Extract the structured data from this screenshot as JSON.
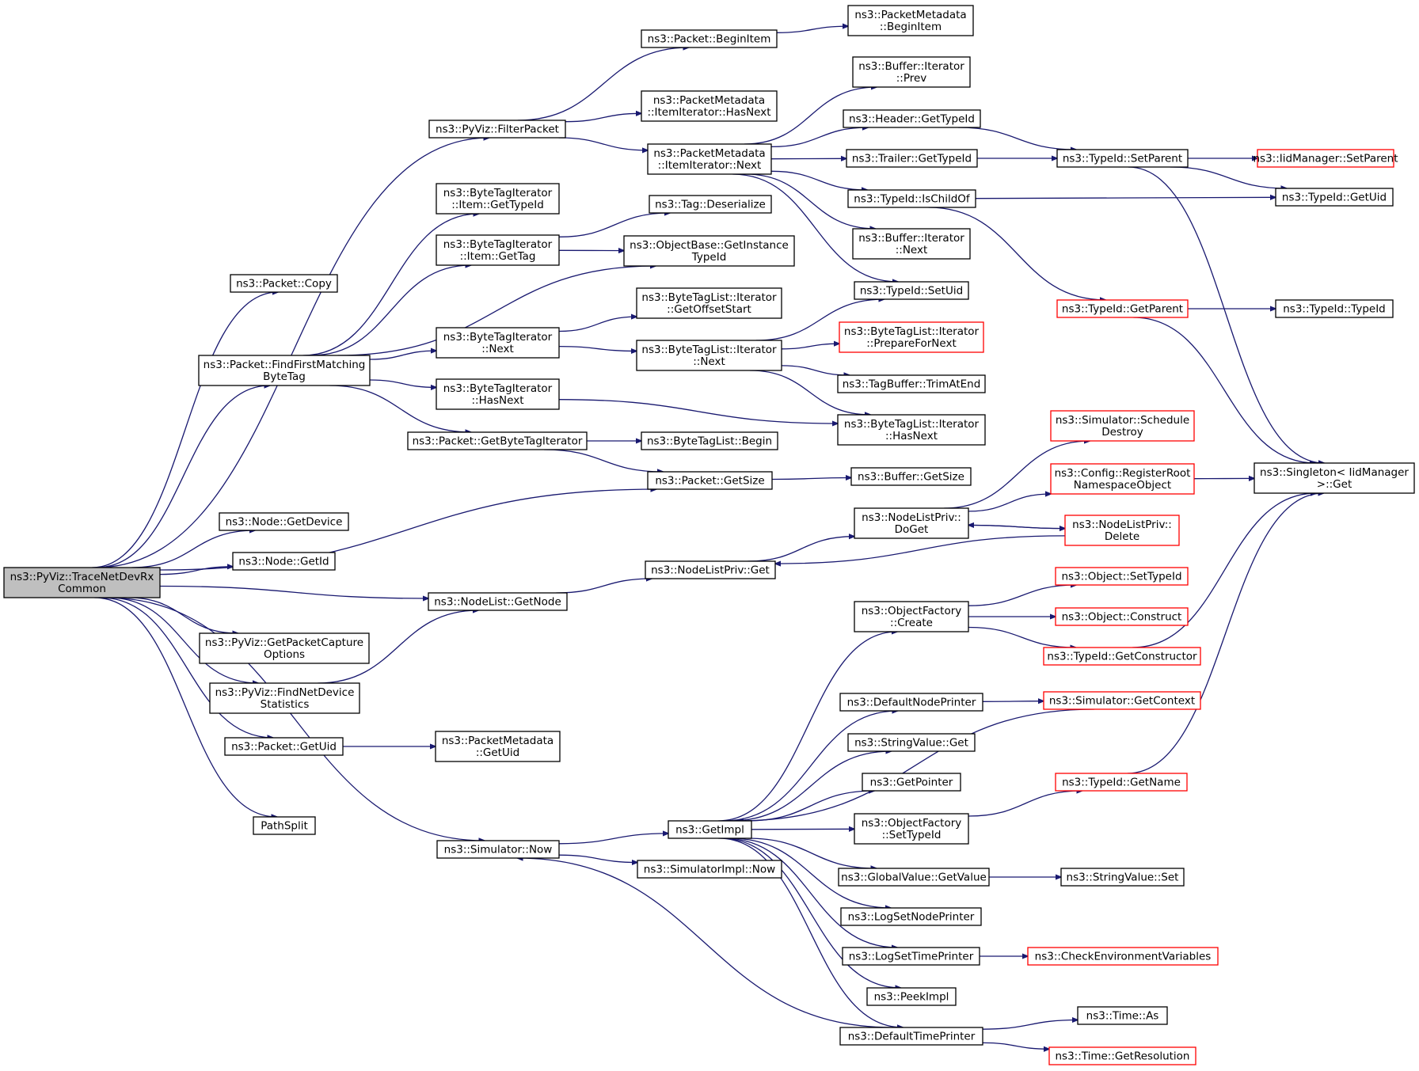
{
  "colors": {
    "edge": "#191970",
    "node_border": "#000000",
    "truncated_border": "#ff0000",
    "root_fill": "#bfbfbf",
    "node_fill": "#ffffff"
  },
  "nodes": [
    {
      "id": "root",
      "lines": [
        "ns3::PyViz::TraceNetDevRx",
        "Common"
      ],
      "root": true
    },
    {
      "id": "copy",
      "lines": [
        "ns3::Packet::Copy"
      ]
    },
    {
      "id": "filter",
      "lines": [
        "ns3::PyViz::FilterPacket"
      ]
    },
    {
      "id": "ffm",
      "lines": [
        "ns3::Packet::FindFirstMatching",
        "ByteTag"
      ]
    },
    {
      "id": "getsize",
      "lines": [
        "ns3::Packet::GetSize"
      ]
    },
    {
      "id": "getdevice",
      "lines": [
        "ns3::Node::GetDevice"
      ]
    },
    {
      "id": "getid",
      "lines": [
        "ns3::Node::GetId"
      ]
    },
    {
      "id": "getnode",
      "lines": [
        "ns3::NodeList::GetNode"
      ]
    },
    {
      "id": "gpco",
      "lines": [
        "ns3::PyViz::GetPacketCapture",
        "Options"
      ]
    },
    {
      "id": "fnds",
      "lines": [
        "ns3::PyViz::FindNetDevice",
        "Statistics"
      ]
    },
    {
      "id": "getuid",
      "lines": [
        "ns3::Packet::GetUid"
      ]
    },
    {
      "id": "pathsplit",
      "lines": [
        "PathSplit"
      ]
    },
    {
      "id": "simnow",
      "lines": [
        "ns3::Simulator::Now"
      ]
    },
    {
      "id": "begin_item",
      "lines": [
        "ns3::Packet::BeginItem"
      ]
    },
    {
      "id": "pm_begin_item",
      "lines": [
        "ns3::PacketMetadata",
        "::BeginItem"
      ]
    },
    {
      "id": "pm_hasnext",
      "lines": [
        "ns3::PacketMetadata",
        "::ItemIterator::HasNext"
      ]
    },
    {
      "id": "pm_next",
      "lines": [
        "ns3::PacketMetadata",
        "::ItemIterator::Next"
      ]
    },
    {
      "id": "bti_gettypeid",
      "lines": [
        "ns3::ByteTagIterator",
        "::Item::GetTypeId"
      ]
    },
    {
      "id": "bti_gettag",
      "lines": [
        "ns3::ByteTagIterator",
        "::Item::GetTag"
      ]
    },
    {
      "id": "bti_next",
      "lines": [
        "ns3::ByteTagIterator",
        "::Next"
      ]
    },
    {
      "id": "bti_hasnext",
      "lines": [
        "ns3::ByteTagIterator",
        "::HasNext"
      ]
    },
    {
      "id": "getbytetagit",
      "lines": [
        "ns3::Packet::GetByteTagIterator"
      ]
    },
    {
      "id": "tag_deser",
      "lines": [
        "ns3::Tag::Deserialize"
      ]
    },
    {
      "id": "ob_getinst",
      "lines": [
        "ns3::ObjectBase::GetInstance",
        "TypeId"
      ]
    },
    {
      "id": "btl_getoffset",
      "lines": [
        "ns3::ByteTagList::Iterator",
        "::GetOffsetStart"
      ]
    },
    {
      "id": "btl_next",
      "lines": [
        "ns3::ByteTagList::Iterator",
        "::Next"
      ]
    },
    {
      "id": "btl_begin",
      "lines": [
        "ns3::ByteTagList::Begin"
      ]
    },
    {
      "id": "buf_prev",
      "lines": [
        "ns3::Buffer::Iterator",
        "::Prev"
      ]
    },
    {
      "id": "hdr_gettypeid",
      "lines": [
        "ns3::Header::GetTypeId"
      ]
    },
    {
      "id": "trl_gettypeid",
      "lines": [
        "ns3::Trailer::GetTypeId"
      ]
    },
    {
      "id": "tid_ischildof",
      "lines": [
        "ns3::TypeId::IsChildOf"
      ]
    },
    {
      "id": "buf_next",
      "lines": [
        "ns3::Buffer::Iterator",
        "::Next"
      ]
    },
    {
      "id": "tid_setuid",
      "lines": [
        "ns3::TypeId::SetUid"
      ]
    },
    {
      "id": "btl_prepare",
      "lines": [
        "ns3::ByteTagList::Iterator",
        "::PrepareForNext"
      ],
      "truncated": true
    },
    {
      "id": "tagbuf_trim",
      "lines": [
        "ns3::TagBuffer::TrimAtEnd"
      ]
    },
    {
      "id": "btl_hasnext",
      "lines": [
        "ns3::ByteTagList::Iterator",
        "::HasNext"
      ]
    },
    {
      "id": "buf_getsize",
      "lines": [
        "ns3::Buffer::GetSize"
      ]
    },
    {
      "id": "tid_setparent",
      "lines": [
        "ns3::TypeId::SetParent"
      ]
    },
    {
      "id": "iid_setparent",
      "lines": [
        "ns3::IidManager::SetParent"
      ],
      "truncated": true
    },
    {
      "id": "tid_getuid",
      "lines": [
        "ns3::TypeId::GetUid"
      ]
    },
    {
      "id": "tid_getparent",
      "lines": [
        "ns3::TypeId::GetParent"
      ],
      "truncated": true
    },
    {
      "id": "tid_typeid",
      "lines": [
        "ns3::TypeId::TypeId"
      ]
    },
    {
      "id": "singleton_get",
      "lines": [
        "ns3::Singleton< IidManager",
        ">::Get"
      ]
    },
    {
      "id": "sim_schedule",
      "lines": [
        "ns3::Simulator::Schedule",
        "Destroy"
      ],
      "truncated": true
    },
    {
      "id": "cfg_register",
      "lines": [
        "ns3::Config::RegisterRoot",
        "NamespaceObject"
      ],
      "truncated": true
    },
    {
      "id": "nlp_doget",
      "lines": [
        "ns3::NodeListPriv::",
        "DoGet"
      ]
    },
    {
      "id": "nlp_delete",
      "lines": [
        "ns3::NodeListPriv::",
        "Delete"
      ],
      "truncated": true
    },
    {
      "id": "nlp_get",
      "lines": [
        "ns3::NodeListPriv::Get"
      ]
    },
    {
      "id": "of_create",
      "lines": [
        "ns3::ObjectFactory",
        "::Create"
      ]
    },
    {
      "id": "obj_settypeid",
      "lines": [
        "ns3::Object::SetTypeId"
      ],
      "truncated": true
    },
    {
      "id": "obj_construct",
      "lines": [
        "ns3::Object::Construct"
      ],
      "truncated": true
    },
    {
      "id": "tid_getctor",
      "lines": [
        "ns3::TypeId::GetConstructor"
      ],
      "truncated": true
    },
    {
      "id": "defnodeprinter",
      "lines": [
        "ns3::DefaultNodePrinter"
      ]
    },
    {
      "id": "sim_getcontext",
      "lines": [
        "ns3::Simulator::GetContext"
      ],
      "truncated": true
    },
    {
      "id": "strval_get",
      "lines": [
        "ns3::StringValue::Get"
      ]
    },
    {
      "id": "getpointer",
      "lines": [
        "ns3::GetPointer"
      ]
    },
    {
      "id": "of_settypeid",
      "lines": [
        "ns3::ObjectFactory",
        "::SetTypeId"
      ]
    },
    {
      "id": "tid_getname",
      "lines": [
        "ns3::TypeId::GetName"
      ],
      "truncated": true
    },
    {
      "id": "getimpl",
      "lines": [
        "ns3::GetImpl"
      ]
    },
    {
      "id": "simimpl_now",
      "lines": [
        "ns3::SimulatorImpl::Now"
      ]
    },
    {
      "id": "gv_getvalue",
      "lines": [
        "ns3::GlobalValue::GetValue"
      ]
    },
    {
      "id": "strval_set",
      "lines": [
        "ns3::StringValue::Set"
      ]
    },
    {
      "id": "lognodeprinter",
      "lines": [
        "ns3::LogSetNodePrinter"
      ]
    },
    {
      "id": "logtimeprinter",
      "lines": [
        "ns3::LogSetTimePrinter"
      ]
    },
    {
      "id": "checkenv",
      "lines": [
        "ns3::CheckEnvironmentVariables"
      ],
      "truncated": true
    },
    {
      "id": "peekimpl",
      "lines": [
        "ns3::PeekImpl"
      ]
    },
    {
      "id": "deftimeprinter",
      "lines": [
        "ns3::DefaultTimePrinter"
      ]
    },
    {
      "id": "time_as",
      "lines": [
        "ns3::Time::As"
      ]
    },
    {
      "id": "time_getres",
      "lines": [
        "ns3::Time::GetResolution"
      ],
      "truncated": true
    }
  ],
  "edges": [
    [
      "root",
      "copy"
    ],
    [
      "root",
      "filter"
    ],
    [
      "root",
      "ffm"
    ],
    [
      "root",
      "getsize"
    ],
    [
      "root",
      "getdevice"
    ],
    [
      "root",
      "getid"
    ],
    [
      "root",
      "getnode"
    ],
    [
      "root",
      "gpco"
    ],
    [
      "root",
      "fnds"
    ],
    [
      "root",
      "getuid"
    ],
    [
      "root",
      "pathsplit"
    ],
    [
      "root",
      "simnow"
    ],
    [
      "filter",
      "begin_item"
    ],
    [
      "filter",
      "pm_hasnext"
    ],
    [
      "filter",
      "pm_next"
    ],
    [
      "begin_item",
      "pm_begin_item"
    ],
    [
      "ffm",
      "bti_gettypeid"
    ],
    [
      "ffm",
      "bti_gettag"
    ],
    [
      "ffm",
      "ob_getinst"
    ],
    [
      "ffm",
      "bti_next"
    ],
    [
      "ffm",
      "bti_hasnext"
    ],
    [
      "ffm",
      "getbytetagit"
    ],
    [
      "bti_gettag",
      "tag_deser"
    ],
    [
      "bti_gettag",
      "ob_getinst"
    ],
    [
      "bti_next",
      "btl_getoffset"
    ],
    [
      "bti_next",
      "btl_next"
    ],
    [
      "bti_hasnext",
      "btl_hasnext"
    ],
    [
      "getbytetagit",
      "btl_begin"
    ],
    [
      "getbytetagit",
      "getsize"
    ],
    [
      "getsize",
      "buf_getsize"
    ],
    [
      "pm_next",
      "buf_prev"
    ],
    [
      "pm_next",
      "hdr_gettypeid"
    ],
    [
      "pm_next",
      "trl_gettypeid"
    ],
    [
      "pm_next",
      "tid_ischildof"
    ],
    [
      "pm_next",
      "buf_next"
    ],
    [
      "pm_next",
      "tid_setuid"
    ],
    [
      "btl_next",
      "tid_setuid"
    ],
    [
      "btl_next",
      "btl_prepare"
    ],
    [
      "btl_next",
      "tagbuf_trim"
    ],
    [
      "btl_next",
      "btl_hasnext"
    ],
    [
      "hdr_gettypeid",
      "tid_setparent"
    ],
    [
      "trl_gettypeid",
      "tid_setparent"
    ],
    [
      "tid_setparent",
      "iid_setparent"
    ],
    [
      "tid_setparent",
      "tid_getuid"
    ],
    [
      "tid_setparent",
      "singleton_get"
    ],
    [
      "tid_ischildof",
      "tid_getuid"
    ],
    [
      "tid_ischildof",
      "tid_getparent"
    ],
    [
      "tid_getparent",
      "tid_typeid"
    ],
    [
      "tid_getparent",
      "singleton_get"
    ],
    [
      "getnode",
      "nlp_get"
    ],
    [
      "fnds",
      "getnode"
    ],
    [
      "getuid",
      "pm_getuid"
    ],
    [
      "nlp_get",
      "nlp_doget"
    ],
    [
      "nlp_doget",
      "sim_schedule"
    ],
    [
      "nlp_doget",
      "cfg_register"
    ],
    [
      "nlp_doget",
      "nlp_delete"
    ],
    [
      "nlp_delete",
      "nlp_doget"
    ],
    [
      "nlp_delete",
      "nlp_get"
    ],
    [
      "cfg_register",
      "singleton_get"
    ],
    [
      "simnow",
      "getimpl"
    ],
    [
      "simnow",
      "simimpl_now"
    ],
    [
      "getimpl",
      "of_create"
    ],
    [
      "getimpl",
      "defnodeprinter"
    ],
    [
      "getimpl",
      "strval_get"
    ],
    [
      "getimpl",
      "getpointer"
    ],
    [
      "getimpl",
      "of_settypeid"
    ],
    [
      "getimpl",
      "gv_getvalue"
    ],
    [
      "getimpl",
      "lognodeprinter"
    ],
    [
      "getimpl",
      "logtimeprinter"
    ],
    [
      "getimpl",
      "peekimpl"
    ],
    [
      "getimpl",
      "deftimeprinter"
    ],
    [
      "of_create",
      "obj_settypeid"
    ],
    [
      "of_create",
      "obj_construct"
    ],
    [
      "of_create",
      "tid_getctor"
    ],
    [
      "tid_getctor",
      "singleton_get"
    ],
    [
      "defnodeprinter",
      "sim_getcontext"
    ],
    [
      "sim_getcontext",
      "getimpl"
    ],
    [
      "of_settypeid",
      "tid_getname"
    ],
    [
      "tid_getname",
      "singleton_get"
    ],
    [
      "gv_getvalue",
      "strval_set"
    ],
    [
      "logtimeprinter",
      "checkenv"
    ],
    [
      "deftimeprinter",
      "time_as"
    ],
    [
      "deftimeprinter",
      "time_getres"
    ],
    [
      "deftimeprinter",
      "simnow"
    ]
  ],
  "extra_nodes": [
    {
      "id": "pm_getuid",
      "lines": [
        "ns3::PacketMetadata",
        "::GetUid"
      ]
    }
  ]
}
